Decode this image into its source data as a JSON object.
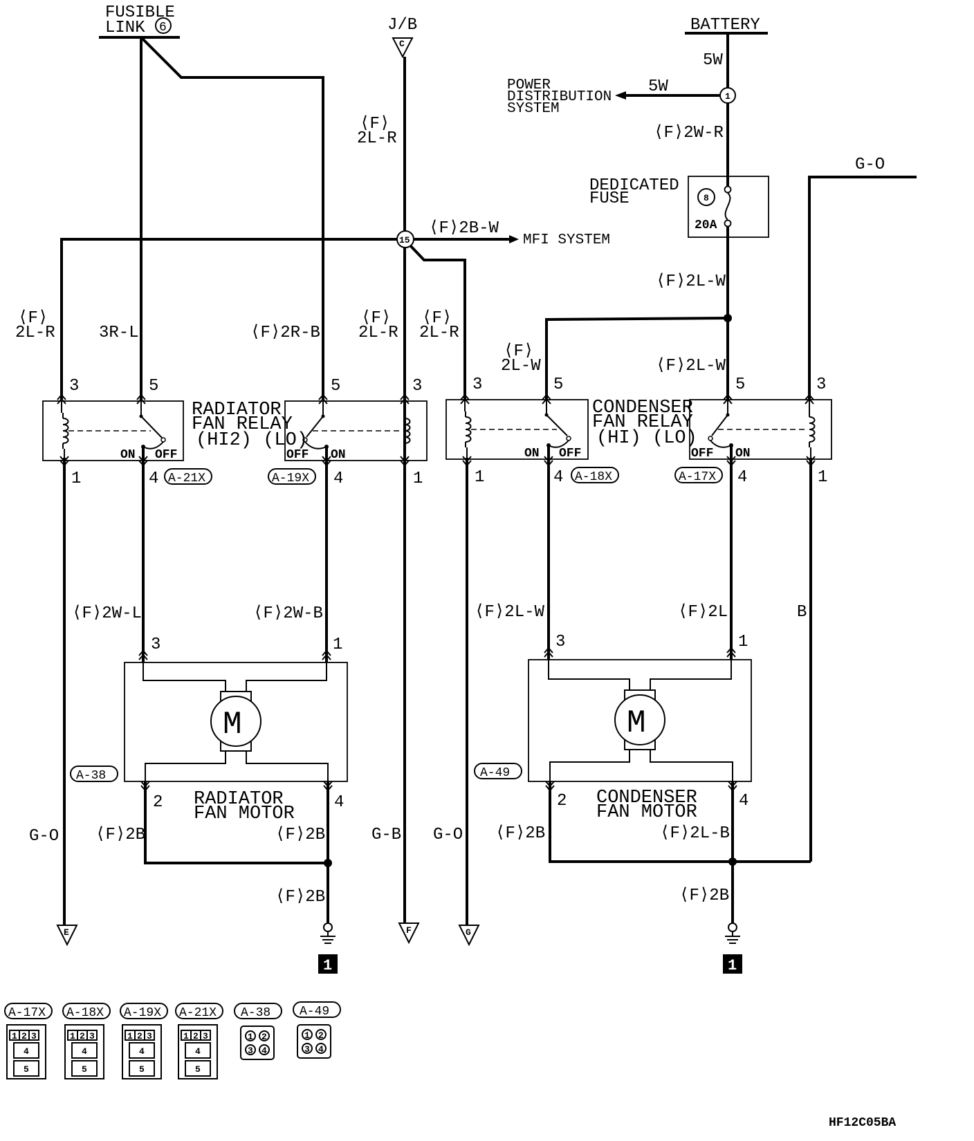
{
  "sources": {
    "fusible_link": {
      "line1": "FUSIBLE",
      "line2": "LINK",
      "num": "6"
    },
    "jb": {
      "label": "J/B",
      "terminal": "C"
    },
    "battery": {
      "label": "BATTERY"
    }
  },
  "power_distribution": {
    "line1": "POWER",
    "line2": "DISTRIBUTION",
    "line3": "SYSTEM",
    "wire": "5W",
    "splice": "1"
  },
  "mfi": {
    "label": "MFI SYSTEM",
    "wire": "⟨F⟩2B-W",
    "splice": "15"
  },
  "fuse": {
    "line1": "DEDICATED",
    "line2": "FUSE",
    "num": "8",
    "rating": "20A"
  },
  "wires": {
    "bat_5w": "5W",
    "bat_2wr": "⟨F⟩2W-R",
    "jb_f": "⟨F⟩",
    "jb_2lr": "2L-R",
    "fuse_2lw": "⟨F⟩2L-W",
    "go_top": "G-O",
    "r1_f": "⟨F⟩",
    "r1_2lr": "2L-R",
    "fl_3rl": "3R-L",
    "r2_2rb": "⟨F⟩2R-B",
    "r2_f": "⟨F⟩",
    "r2_2lr": "2L-R",
    "c1_f": "⟨F⟩",
    "c1_2lr": "2L-R",
    "c1_f2": "⟨F⟩",
    "c1_2lw": "2L-W",
    "c2_2lw": "⟨F⟩2L-W",
    "rm_2wl": "⟨F⟩2W-L",
    "rm_2wb": "⟨F⟩2W-B",
    "cm_2lw": "⟨F⟩2L-W",
    "cm_2l": "⟨F⟩2L",
    "b": "B",
    "go_left": "G-O",
    "rm_2b_a": "⟨F⟩2B",
    "rm_2b_b": "⟨F⟩2B",
    "gb": "G-B",
    "go_mid": "G-O",
    "cm_2b": "⟨F⟩2B",
    "cm_2lb": "⟨F⟩2L-B",
    "rg_2b": "⟨F⟩2B",
    "cg_2b": "⟨F⟩2B"
  },
  "radiator_relay": {
    "line1": "RADIATOR",
    "line2": "FAN RELAY",
    "line3": "(HI2) (LO)",
    "on": "ON",
    "off": "OFF",
    "r1_pin_top_coil": "3",
    "r1_pin_top_sw": "5",
    "r1_pin_bot_coil": "1",
    "r1_pin_bot_sw": "4",
    "r1_conn": "A-21X",
    "r2_pin_top_sw": "5",
    "r2_pin_top_coil": "3",
    "r2_pin_bot_sw": "4",
    "r2_pin_bot_coil": "1",
    "r2_conn": "A-19X"
  },
  "condenser_relay": {
    "line1": "CONDENSER",
    "line2": "FAN RELAY",
    "line3": "(HI)   (LO)",
    "on": "ON",
    "off": "OFF",
    "c1_pin_top_coil": "3",
    "c1_pin_top_sw": "5",
    "c1_pin_bot_coil": "1",
    "c1_pin_bot_sw": "4",
    "c1_conn": "A-18X",
    "c2_pin_top_sw": "5",
    "c2_pin_top_coil": "3",
    "c2_pin_bot_sw": "4",
    "c2_pin_bot_coil": "1",
    "c2_conn": "A-17X"
  },
  "radiator_motor": {
    "line1": "RADIATOR",
    "line2": "FAN MOTOR",
    "symbol": "M",
    "conn": "A-38",
    "p3": "3",
    "p1": "1",
    "p2": "2",
    "p4": "4"
  },
  "condenser_motor": {
    "line1": "CONDENSER",
    "line2": "FAN MOTOR",
    "symbol": "M",
    "conn": "A-49",
    "p3": "3",
    "p1": "1",
    "p2": "2",
    "p4": "4"
  },
  "terminals": {
    "e": "E",
    "f": "F",
    "g": "G",
    "ground_num": "1"
  },
  "connectors": {
    "labels": [
      "A-17X",
      "A-18X",
      "A-19X",
      "A-21X",
      "A-38",
      "A-49"
    ],
    "relay_pins_top": [
      "1",
      "2",
      "3"
    ],
    "relay_pin_mid": "4",
    "relay_pin_bot": "5",
    "motor_pins": [
      "1",
      "2",
      "3",
      "4"
    ]
  },
  "code": "HF12C05BA"
}
